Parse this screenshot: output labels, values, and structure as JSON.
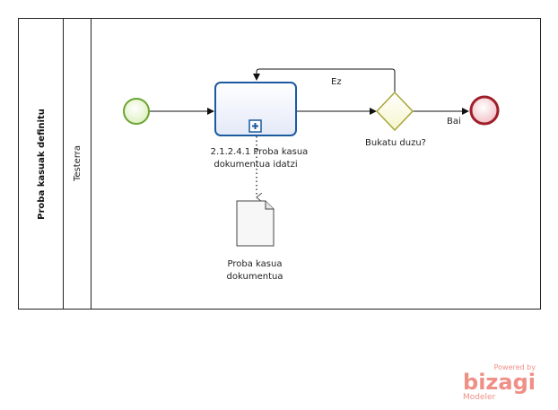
{
  "pool": {
    "name": "Proba kasuak definitu"
  },
  "lane": {
    "name": "Testerra"
  },
  "task": {
    "label_line1": "2.1.2.4.1 Proba kasua",
    "label_line2": "dokumentua idatzi"
  },
  "gateway": {
    "label": "Bukatu duzu?"
  },
  "flows": {
    "no_label": "Ez",
    "yes_label": "Bai"
  },
  "artifact": {
    "label_line1": "Proba kasua",
    "label_line2": "dokumentua"
  },
  "watermark": {
    "powered": "Powered by",
    "brand": "bizagi",
    "product": "Modeler"
  },
  "colors": {
    "start_stroke": "#6aa42f",
    "start_fill": "#eef7dc",
    "end_stroke": "#a01e2a",
    "end_fill": "#f6d6d9",
    "task_stroke": "#1b5aa0",
    "task_fill": "#eef1fb",
    "gateway_stroke": "#a8a638",
    "gateway_fill": "#fbfbe2",
    "watermark": "#ef8f86"
  }
}
